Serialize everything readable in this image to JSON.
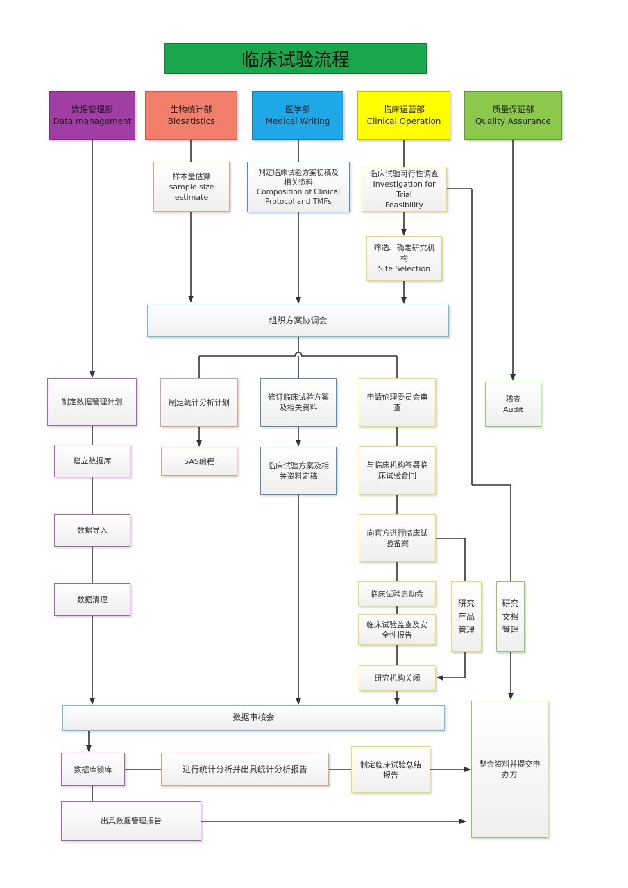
{
  "title": "临床试验流程",
  "departments": [
    {
      "cn": "数据管理部",
      "en": "Data management",
      "color": "#a13ea5"
    },
    {
      "cn": "生物统计部",
      "en": "Biosatistics",
      "color": "#f27f6c"
    },
    {
      "cn": "医学部",
      "en": "Medical Writing",
      "color": "#1ea8e8"
    },
    {
      "cn": "临床运营部",
      "en": "Clinical  Operation",
      "color": "#ffff00"
    },
    {
      "cn": "质量保证部",
      "en": "Quality Assurance",
      "color": "#8cc84b"
    }
  ],
  "steps": {
    "sample_size": {
      "cn": "样本量估算",
      "en": "sample size estimate"
    },
    "protocol_draft": {
      "cn1": "判定临床试验方案初稿及",
      "cn2": "相关资料",
      "en1": "Composition of Clinical",
      "en2": "Protocol and TMFs"
    },
    "feasibility": {
      "cn": "临床试验可行性调查",
      "en1": "Investigation for Trial",
      "en2": "Feasibility"
    },
    "site_selection": {
      "cn1": "筛选、确定研究机",
      "cn2": "构",
      "en": "Site Selection"
    },
    "coordination": "组织方案协调会",
    "dm_plan": "制定数据管理计划",
    "stat_plan": "制定统计分析计划",
    "revise_protocol": {
      "l1": "修订临床试验方案",
      "l2": "及相关资料"
    },
    "ethics": {
      "l1": "申请伦理委员会审",
      "l2": "查"
    },
    "audit": {
      "cn": "稽查",
      "en": "Audit"
    },
    "build_db": "建立数据库",
    "sas": "SAS编程",
    "finalize_protocol": {
      "l1": "临床试验方案及相",
      "l2": "关资料定稿"
    },
    "contract": {
      "l1": "与临床机构签署临",
      "l2": "床试验合同"
    },
    "data_import": "数据导入",
    "filing": {
      "l1": "向官方进行临床试",
      "l2": "验备案"
    },
    "data_cleaning": "数据清理",
    "kickoff": "临床试验启动会",
    "monitoring": {
      "l1": "临床试验监查及安",
      "l2": "全性报告"
    },
    "product_mgmt": {
      "l1": "研究",
      "l2": "产品",
      "l3": "管理"
    },
    "doc_mgmt": {
      "l1": "研究",
      "l2": "文档",
      "l3": "管理"
    },
    "site_close": "研究机构关闭",
    "data_review": "数据审核会",
    "submit": {
      "l1": "整合资料并提交申",
      "l2": "办方"
    },
    "db_lock": "数据库锁库",
    "stat_report": "进行统计分析并出具统计分析报告",
    "csr": {
      "l1": "制定临床试验总结",
      "l2": "报告"
    },
    "dm_report": "出具数据管理报告"
  },
  "colors": {
    "line": "#333333",
    "title_bg": "#1aa64a"
  }
}
